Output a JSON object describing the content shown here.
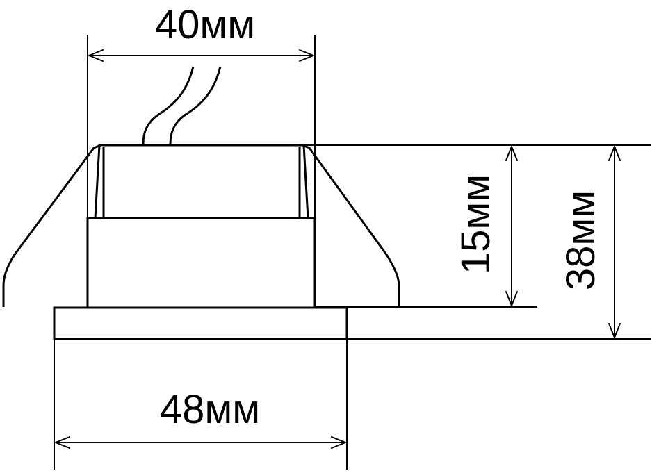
{
  "dimensions": {
    "top_width": "40мм",
    "bottom_width": "48мм",
    "body_height": "15мм",
    "total_height": "38мм"
  },
  "colors": {
    "line": "#000000",
    "background": "#ffffff"
  }
}
